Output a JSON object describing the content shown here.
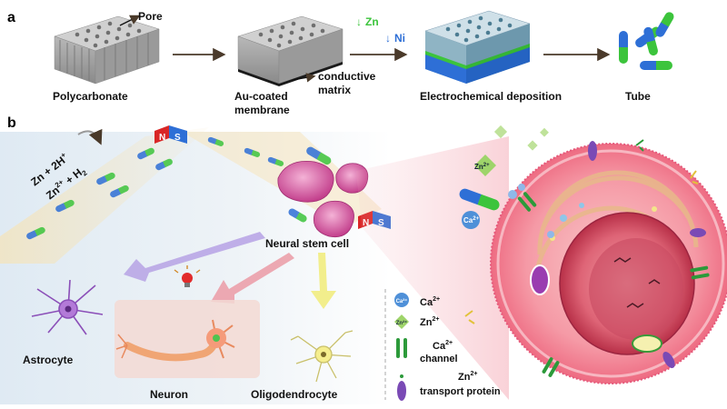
{
  "panel_a": {
    "label": "a",
    "pore_label": "Pore",
    "polycarbonate_label": "Polycarbonate",
    "membrane_label_line1": "Au-coated",
    "membrane_label_line2": "membrane",
    "conductive_line1": "conductive",
    "conductive_line2": "matrix",
    "zn_label": "Zn",
    "ni_label": "Ni",
    "deposition_label": "Electrochemical deposition",
    "tube_label": "Tube"
  },
  "panel_b": {
    "label": "b",
    "reaction_line1": "Zn + 2H",
    "reaction_line1_sup": "+",
    "reaction_line2": "Zn",
    "reaction_line2_sup": "2+",
    "reaction_line2_rest": " + H",
    "reaction_line2_sub": "2",
    "magnet_n": "N",
    "magnet_s": "S",
    "nsc_label": "Neural stem cell",
    "astrocyte_label": "Astrocyte",
    "neuron_label": "Neuron",
    "oligo_label": "Oligodendrocyte",
    "cell_zn_label": "Zn",
    "cell_zn_sup": "2+",
    "cell_ca_label": "Ca",
    "cell_ca_sup": "2+"
  },
  "legend": {
    "ca_icon_text": "Ca²⁺",
    "ca_label": "Ca",
    "ca_sup": "2+",
    "zn_icon_text": "Zn²⁺",
    "zn_label": "Zn",
    "zn_sup": "2+",
    "channel_line1": "Ca",
    "channel_line1_sup": "2+",
    "channel_line2": "channel",
    "transport_line1": "Zn",
    "transport_line1_sup": "2+",
    "transport_line2": "transport protein"
  },
  "colors": {
    "arrow": "#4a3a2a",
    "zn_green": "#3cc43c",
    "ni_blue": "#2e6fd6",
    "cell_pink": "#f07a8e",
    "nucleus": "#c63a52"
  }
}
